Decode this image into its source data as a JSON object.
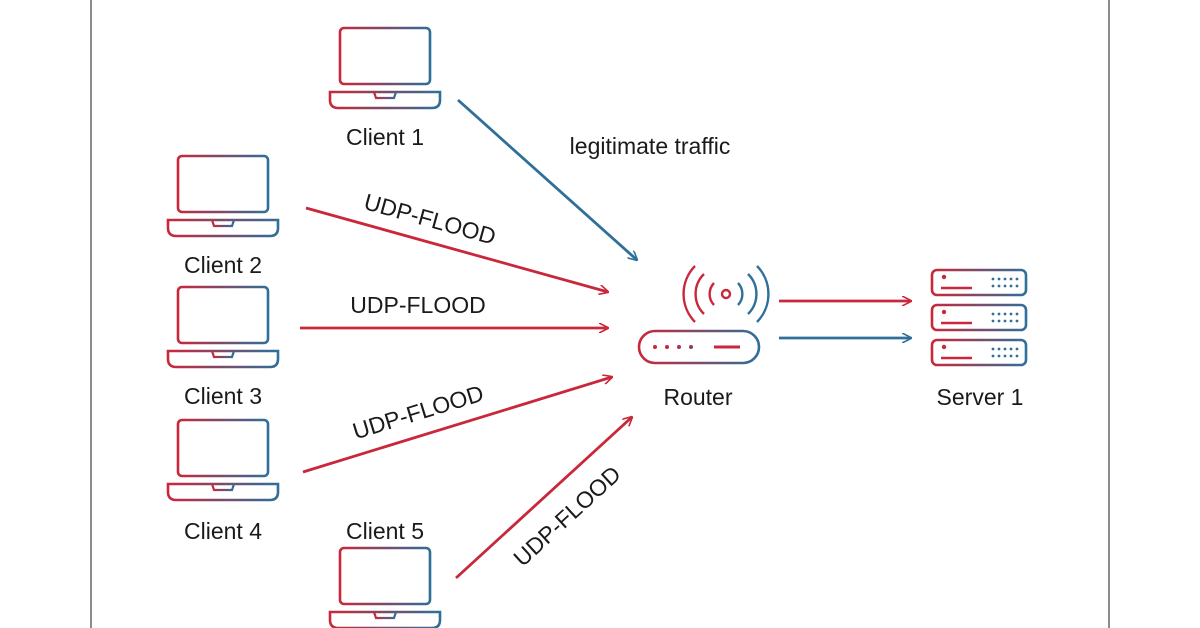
{
  "nodes": {
    "client1": {
      "label": "Client 1",
      "icon": "laptop-icon"
    },
    "client2": {
      "label": "Client 2",
      "icon": "laptop-icon"
    },
    "client3": {
      "label": "Client 3",
      "icon": "laptop-icon"
    },
    "client4": {
      "label": "Client 4",
      "icon": "laptop-icon"
    },
    "client5": {
      "label": "Client 5",
      "icon": "laptop-icon"
    },
    "router": {
      "label": "Router",
      "icon": "router-icon"
    },
    "server": {
      "label": "Server 1",
      "icon": "server-icon"
    }
  },
  "edges": {
    "client1_router": "legitimate traffic",
    "client2_router": "UDP-FLOOD",
    "client3_router": "UDP-FLOOD",
    "client4_router": "UDP-FLOOD",
    "client5_router": "UDP-FLOOD"
  },
  "colors": {
    "attack": "#c8283a",
    "legit": "#2f6f9a",
    "frame": "#8c8c8c"
  }
}
